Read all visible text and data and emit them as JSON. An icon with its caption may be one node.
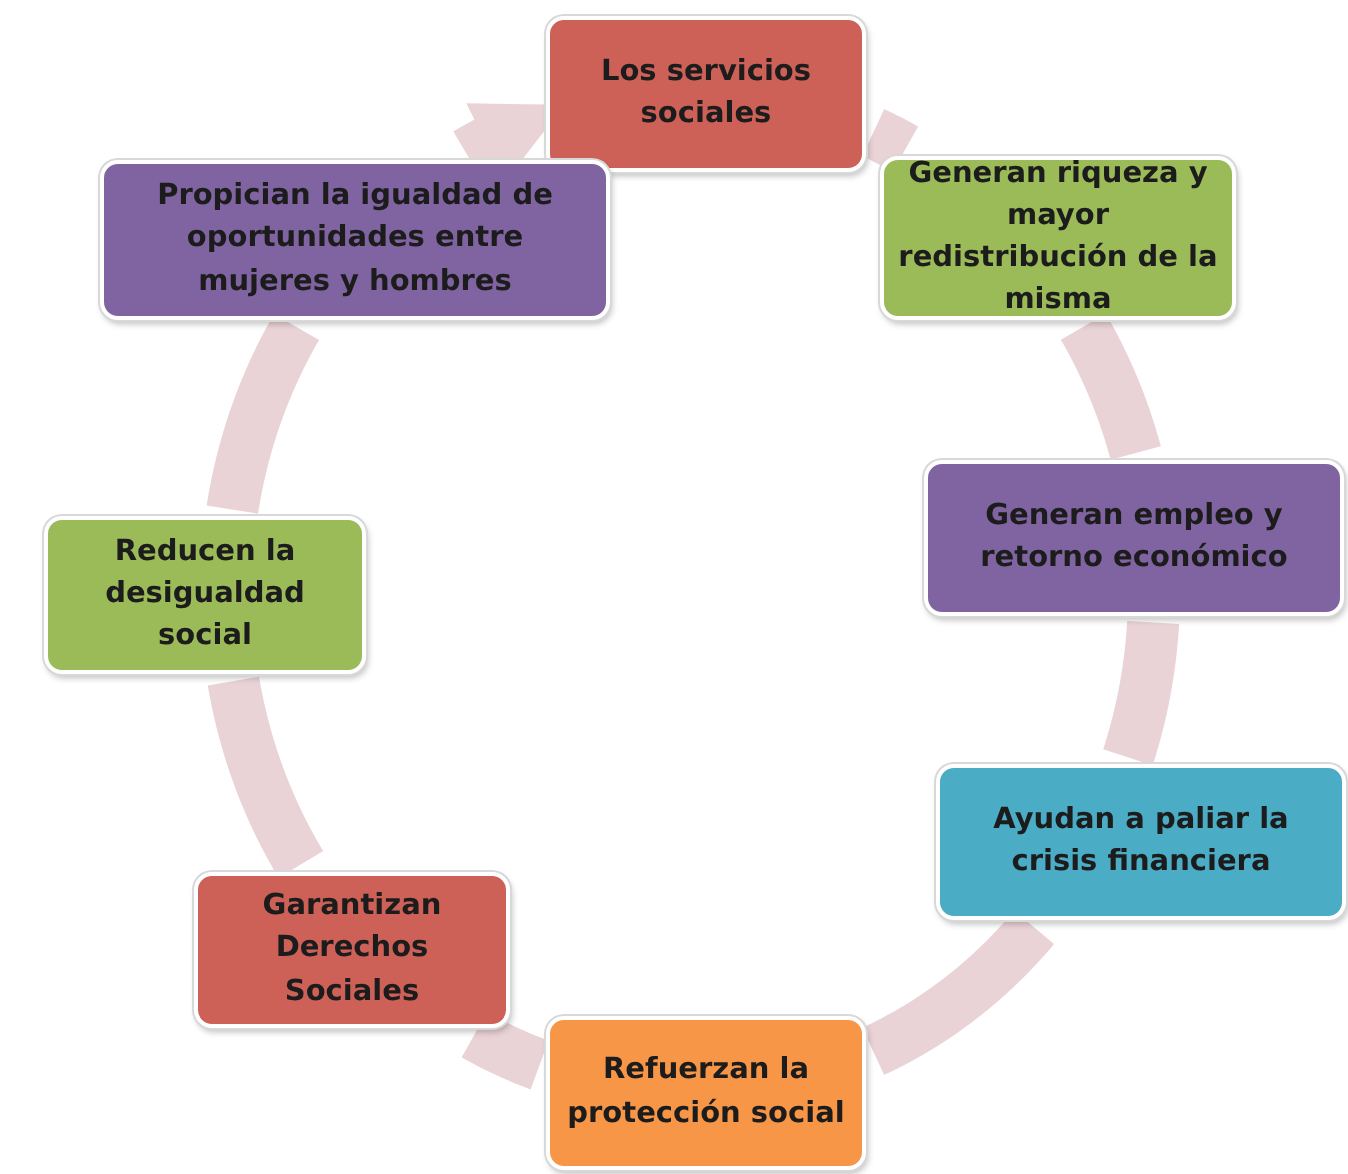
{
  "diagram": {
    "nodes": [
      {
        "text": [
          "Los servicios sociales"
        ]
      },
      {
        "text": [
          "Generan riqueza y mayor redistribución de la misma"
        ]
      },
      {
        "text": [
          "Generan empleo y retorno económico"
        ]
      },
      {
        "text": [
          "Ayudan a paliar la crisis financiera"
        ]
      },
      {
        "text": [
          "Refuerzan la protección social"
        ]
      },
      {
        "text": [
          "Garantizan Derechos Sociales"
        ]
      },
      {
        "text": [
          "Reducen la desigualdad social"
        ]
      },
      {
        "text": [
          "Propician la igualdad de oportunidades entre mujeres y hombres"
        ]
      }
    ],
    "edges": [
      {
        "from": 0,
        "to": 1,
        "arrow": "none"
      },
      {
        "from": 1,
        "to": 2,
        "arrow": "none"
      },
      {
        "from": 2,
        "to": 3,
        "arrow": "none"
      },
      {
        "from": 3,
        "to": 4,
        "arrow": "none"
      },
      {
        "from": 4,
        "to": 5,
        "arrow": "none"
      },
      {
        "from": 5,
        "to": 6,
        "arrow": "none"
      },
      {
        "from": 6,
        "to": 7,
        "arrow": "none"
      },
      {
        "from": 7,
        "to": 0,
        "arrow": "to"
      }
    ]
  }
}
